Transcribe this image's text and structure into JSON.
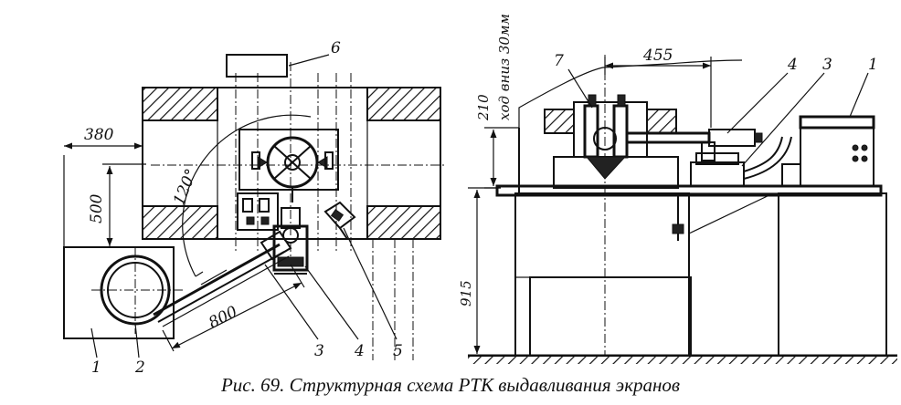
{
  "caption": "Рис. 69. Структурная схема РТК выдавливания экранов",
  "left_view": {
    "dimensions": {
      "d380": "380",
      "d500": "500",
      "d800": "800",
      "angle": "120°"
    },
    "callouts": {
      "c1": "1",
      "c2": "2",
      "c3": "3",
      "c4": "4",
      "c5": "5",
      "c6": "6"
    }
  },
  "right_view": {
    "dimensions": {
      "d455": "455",
      "d210": "210",
      "stroke_note": "ход вниз 30мм",
      "d915": "915"
    },
    "callouts": {
      "c7": "7",
      "c4": "4",
      "c3": "3",
      "c1": "1"
    }
  }
}
